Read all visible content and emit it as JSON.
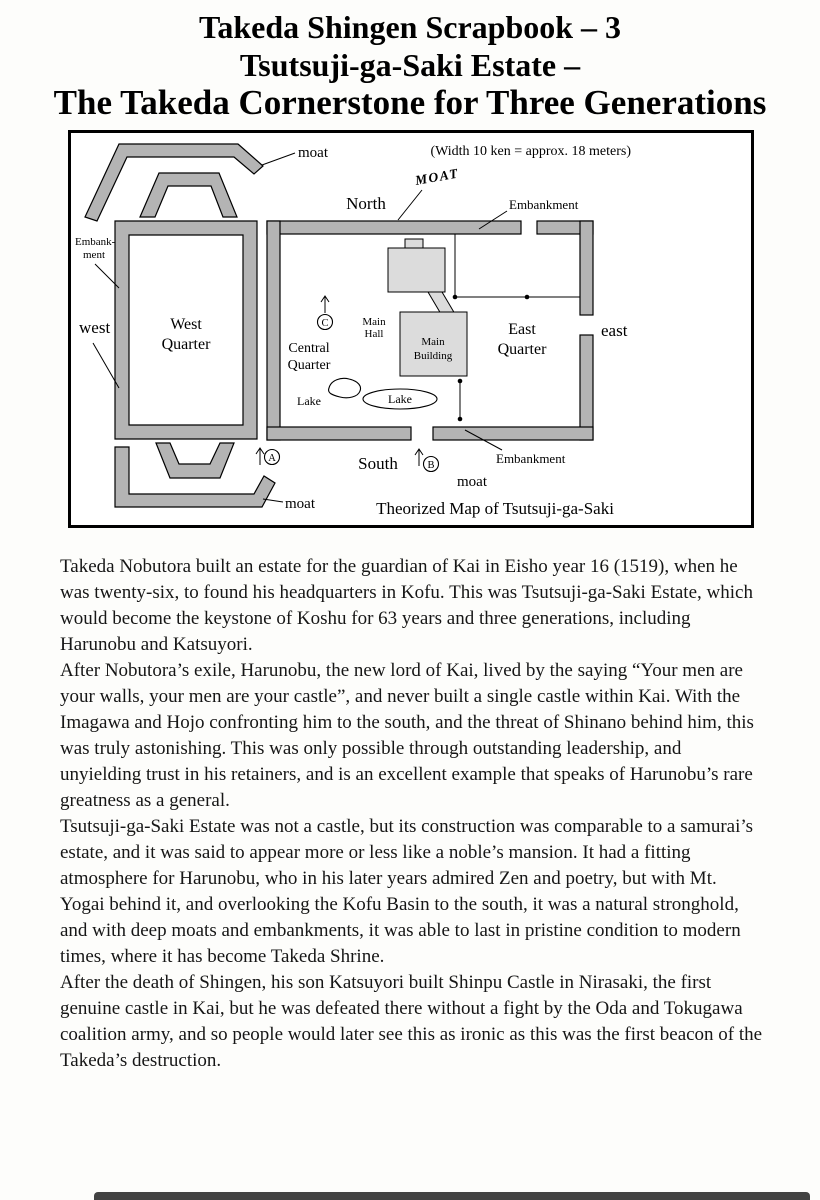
{
  "title": {
    "line1": "Takeda Shingen Scrapbook – 3",
    "line2": "Tsutsuji-ga-Saki Estate –",
    "line3": "The Takeda Cornerstone for Three Generations"
  },
  "map": {
    "scale_note": "(Width 10 ken = approx. 18 meters)",
    "caption": "Theorized Map of Tsutsuji-ga-Saki",
    "colors": {
      "wall_fill": "#b4b4b4",
      "building_fill": "#dcdcdc"
    },
    "labels": {
      "moat_top": "moat",
      "north": "North",
      "moat_cursive": "MOAT",
      "embankment_top": "Embankment",
      "embankment_left_line1": "Embank-",
      "embankment_left_line2": "ment",
      "west": "west",
      "east": "east",
      "west_quarter_line1": "West",
      "west_quarter_line2": "Quarter",
      "central_quarter_line1": "Central",
      "central_quarter_line2": "Quarter",
      "east_quarter_line1": "East",
      "east_quarter_line2": "Quarter",
      "main_hall_line1": "Main",
      "main_hall_line2": "Hall",
      "main_building_line1": "Main",
      "main_building_line2": "Building",
      "lake_west": "Lake",
      "lake_east": "Lake",
      "south": "South",
      "moat_bottom": "moat",
      "moat_bottom_left": "moat",
      "embankment_bottom": "Embankment",
      "marker_a": "A",
      "marker_b": "B",
      "marker_c": "C"
    }
  },
  "article": {
    "paragraphs": [
      "Takeda Nobutora built an estate for the guardian of Kai in Eisho year 16 (1519), when he was twenty-six, to found his headquarters in Kofu. This was Tsutsuji-ga-Saki Estate, which would become the keystone of Koshu for 63 years and three generations, including Harunobu and Katsuyori.",
      "After Nobutora’s exile, Harunobu, the new lord of Kai, lived by the saying “Your men are your walls, your men are your castle”, and never built a single castle within Kai. With the Imagawa and Hojo confronting him to the south, and the threat of Shinano behind him, this was truly astonishing. This was only possible through outstanding leadership, and unyielding trust in his retainers, and is an excellent example that speaks of Harunobu’s rare greatness as a general.",
      "Tsutsuji-ga-Saki Estate was not a castle, but its construction was comparable to a samurai’s estate, and it was said to appear more or less like a noble’s mansion. It had a fitting atmosphere for Harunobu, who in his later years admired Zen and poetry, but with Mt. Yogai behind it, and overlooking the Kofu Basin to the south, it was a natural stronghold, and with deep moats and embankments, it was able to last in pristine condition to modern times, where it has become Takeda Shrine.",
      "After the death of Shingen, his son Katsuyori built Shinpu Castle in Nirasaki, the first genuine castle in Kai, but he was defeated there without a fight by the Oda and Tokugawa coalition army, and so people would later see this as ironic as this was the first beacon of the Takeda’s destruction."
    ]
  }
}
